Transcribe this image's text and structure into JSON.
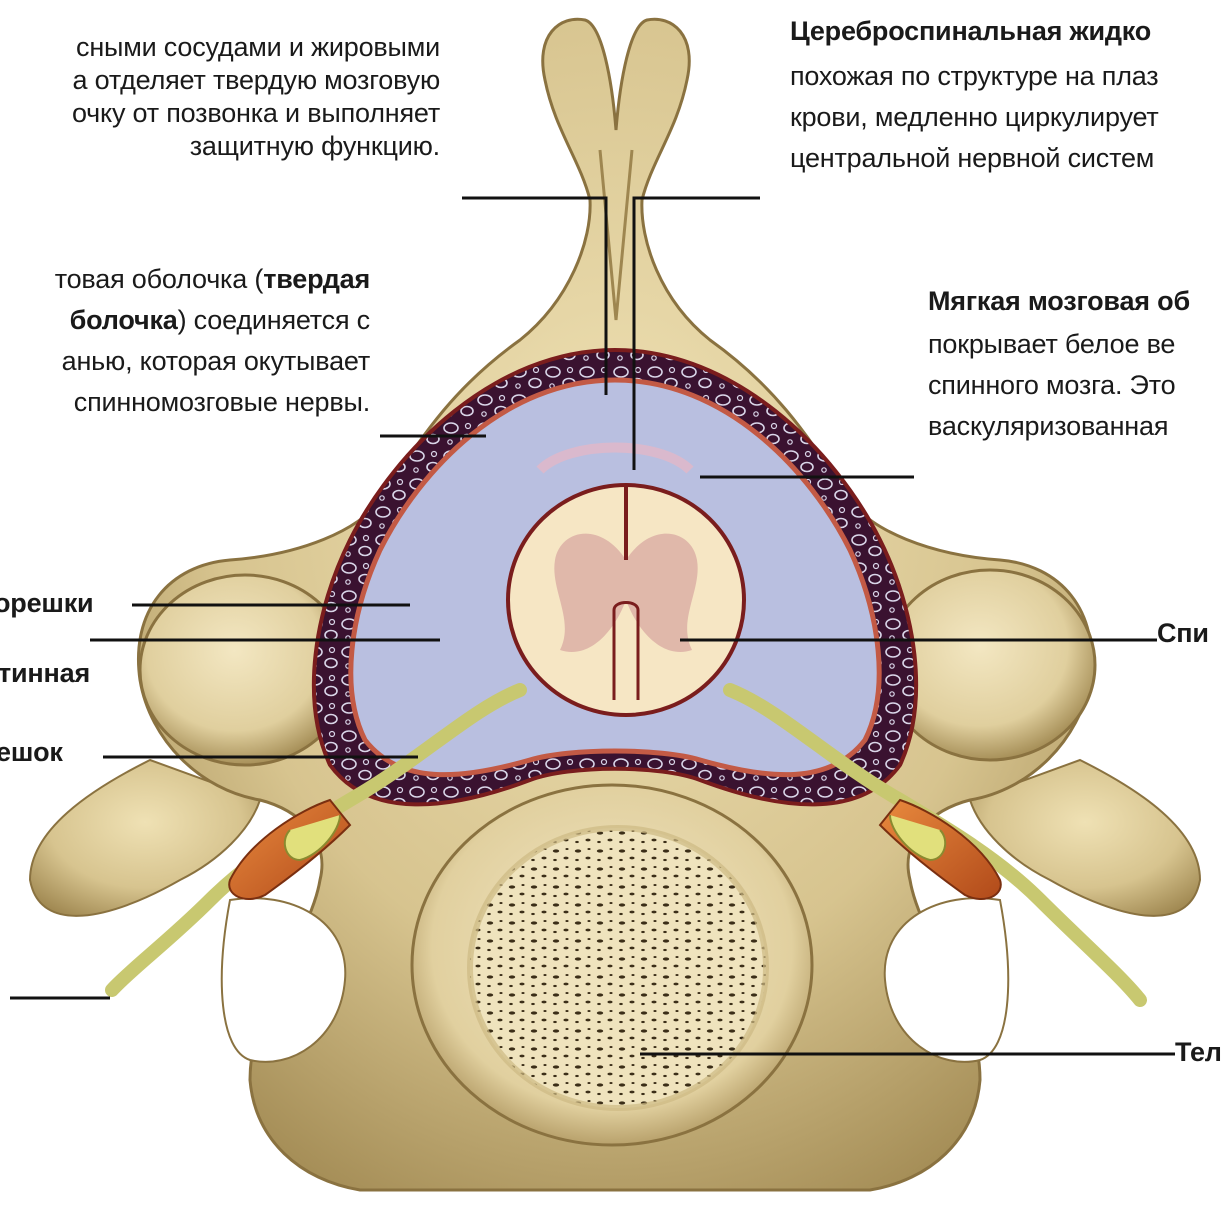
{
  "epidural": {
    "line2": "сными сосудами и жировыми",
    "line3": "а отделяет твердую мозговую",
    "line4": "очку от позвонка и выполняет",
    "line5": "защитную функцию."
  },
  "csf": {
    "title": "Цереброспинальная жидко",
    "line2": "похожая по структуре на плаз",
    "line3": "крови, медленно циркулирует",
    "line4": "центральной нервной систем"
  },
  "dura": {
    "l1_plain": "товая оболочка (",
    "l1_bold": "твердая",
    "l2_bold": "болочка",
    "l2_plain": ") соединяется с",
    "line3": "анью, которая окутывает",
    "line4": "спинномозговые нервы."
  },
  "pia": {
    "title": "Мягкая мозговая об",
    "line2": "покрывает белое ве",
    "line3": "спинного мозга. Это",
    "line4": "васкуляризованная"
  },
  "left_labels": {
    "roots": "орешки",
    "arachnoid": "тинная",
    "rootlet": "ешок"
  },
  "right_labels": {
    "cord": "Спи",
    "body": "Тел"
  },
  "colors": {
    "bone": "#d7c48f",
    "bone_shadow": "#a38c56",
    "epidural_fat": "#3a1230",
    "subarachnoid": "#b9bfe0",
    "cord": "#f6e6c4",
    "grey_matter": "#d8a8a2",
    "nerve_root": "#c8c870",
    "ganglion": "#d5692e",
    "leader_line": "#111111"
  }
}
